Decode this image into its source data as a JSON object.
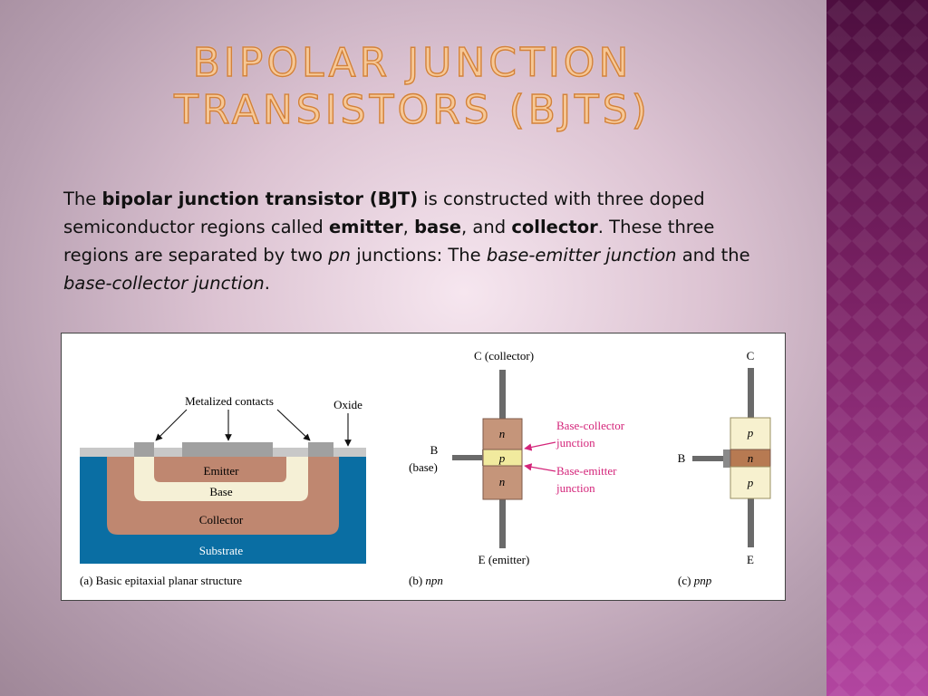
{
  "slide": {
    "title": "Bipolar Junction Transistors (BJTs)",
    "paragraph": [
      {
        "text": "The ",
        "style": "normal"
      },
      {
        "text": "bipolar junction transistor (BJT)",
        "style": "bold"
      },
      {
        "text": " is constructed with three doped semiconductor regions called ",
        "style": "normal"
      },
      {
        "text": "emitter",
        "style": "bold"
      },
      {
        "text": ", ",
        "style": "normal"
      },
      {
        "text": "base",
        "style": "bold"
      },
      {
        "text": ", and ",
        "style": "normal"
      },
      {
        "text": "collector",
        "style": "bold"
      },
      {
        "text": ". These three regions are separated by two ",
        "style": "normal"
      },
      {
        "text": "pn",
        "style": "italic"
      },
      {
        "text": " junctions:  The ",
        "style": "normal"
      },
      {
        "text": "base-emitter junction",
        "style": "italic"
      },
      {
        "text": " and the ",
        "style": "normal"
      },
      {
        "text": "base-collector junction",
        "style": "italic"
      },
      {
        "text": ".",
        "style": "normal"
      }
    ]
  },
  "figure": {
    "panel_a": {
      "metalized_contacts": "Metalized contacts",
      "oxide": "Oxide",
      "emitter": "Emitter",
      "base": "Base",
      "collector": "Collector",
      "substrate": "Substrate",
      "caption_prefix": "(a) Basic epitaxial planar structure"
    },
    "panel_b": {
      "collector": "C (collector)",
      "emitter": "E (emitter)",
      "base_line1": "B",
      "base_line2": "(base)",
      "layer_top": "n",
      "layer_mid": "p",
      "layer_bot": "n",
      "bc_junction_line1": "Base-collector",
      "bc_junction_line2": "junction",
      "be_junction_line1": "Base-emitter",
      "be_junction_line2": "junction",
      "caption_prefix": "(b) ",
      "caption_italic": "npn"
    },
    "panel_c": {
      "collector": "C",
      "emitter": "E",
      "base": "B",
      "layer_top": "p",
      "layer_mid": "n",
      "layer_bot": "p",
      "caption_prefix": "(c) ",
      "caption_italic": "pnp"
    }
  },
  "colors": {
    "substrate": "#0a6ea3",
    "collector_region": "#bf8770",
    "base_region": "#f5f0d6",
    "emitter_region": "#bf8770",
    "oxide": "#c8c8c8",
    "metal": "#a0a0a0",
    "junction_label": "#d4257a",
    "title": "#f6c896",
    "side_band": "#7c2266"
  }
}
